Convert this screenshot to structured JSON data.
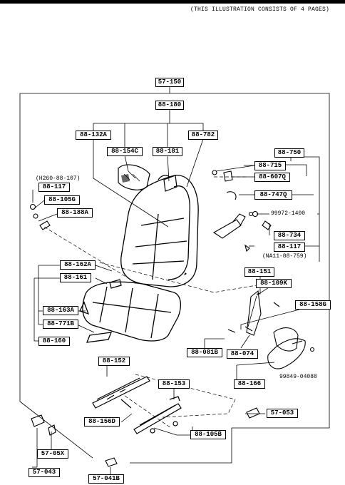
{
  "header": {
    "note": "(THIS ILLUSTRATION CONSISTS OF  4 PAGES)"
  },
  "labels": {
    "l57150": "57-150",
    "l88180": "88-180",
    "l88132A": "88-132A",
    "l88782": "88-782",
    "l88154C": "88-154C",
    "l88181": "88-181",
    "l88750": "88-750",
    "l88715": "88-715",
    "l88607Q": "88-607Q",
    "l88747Q": "88-747Q",
    "l88734": "88-734",
    "l88117r": "88-117",
    "l88117l": "88-117",
    "l88105G": "88-105G",
    "l88188A": "88-188A",
    "l88162A": "88-162A",
    "l88161": "88-161",
    "l88163A": "88-163A",
    "l88771B": "88-771B",
    "l88160": "88-160",
    "l88151": "88-151",
    "l88109K": "88-109K",
    "l88158G": "88-158G",
    "l88081B": "88-081B",
    "l88074": "88-074",
    "l88166": "88-166",
    "l88152": "88-152",
    "l88153": "88-153",
    "l88156D": "88-156D",
    "l88105B": "88-105B",
    "l57053": "57-053",
    "l5705X": "57-05X",
    "l57043": "57-043",
    "l57041B": "57-041B"
  },
  "texts": {
    "h260": "(H260-88-107)",
    "p99972": "99972-1400",
    "na11": "(NA11-88-759)",
    "p99849": "99849-04088"
  },
  "icons": {
    "seat_back": "seat-back-drawing",
    "seat_cushion": "seat-cushion-drawing",
    "recliner": "recliner-mechanism-drawing",
    "rails": "seat-rail-drawing",
    "covers": "trim-cover-drawing"
  }
}
